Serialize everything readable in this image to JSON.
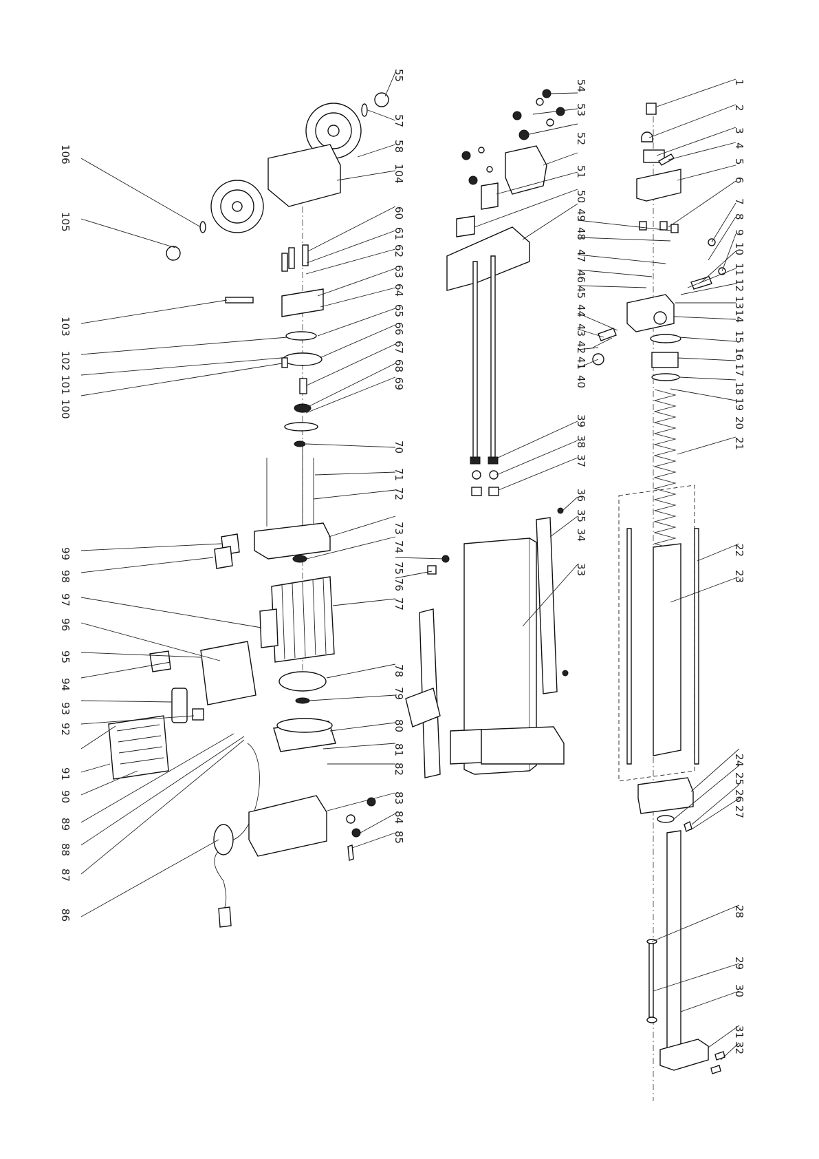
{
  "diagram": {
    "type": "exploded-parts-diagram",
    "callouts": [
      "1",
      "2",
      "3",
      "4",
      "5",
      "6",
      "7",
      "8",
      "9",
      "10",
      "11",
      "12",
      "13",
      "14",
      "15",
      "16",
      "17",
      "18",
      "19",
      "20",
      "21",
      "22",
      "23",
      "24",
      "25",
      "26",
      "27",
      "28",
      "29",
      "30",
      "31",
      "32",
      "33",
      "34",
      "35",
      "36",
      "37",
      "38",
      "39",
      "40",
      "41",
      "42",
      "43",
      "44",
      "45",
      "46",
      "47",
      "48",
      "49",
      "50",
      "51",
      "52",
      "53",
      "54",
      "55",
      "57",
      "58",
      "60",
      "61",
      "62",
      "63",
      "64",
      "65",
      "66",
      "67",
      "68",
      "69",
      "70",
      "71",
      "72",
      "73",
      "74",
      "75",
      "76",
      "77",
      "78",
      "79",
      "80",
      "81",
      "82",
      "83",
      "84",
      "85",
      "86",
      "87",
      "88",
      "89",
      "90",
      "91",
      "92",
      "93",
      "94",
      "95",
      "96",
      "97",
      "98",
      "99",
      "100",
      "101",
      "102",
      "103",
      "104",
      "105",
      "106"
    ]
  }
}
